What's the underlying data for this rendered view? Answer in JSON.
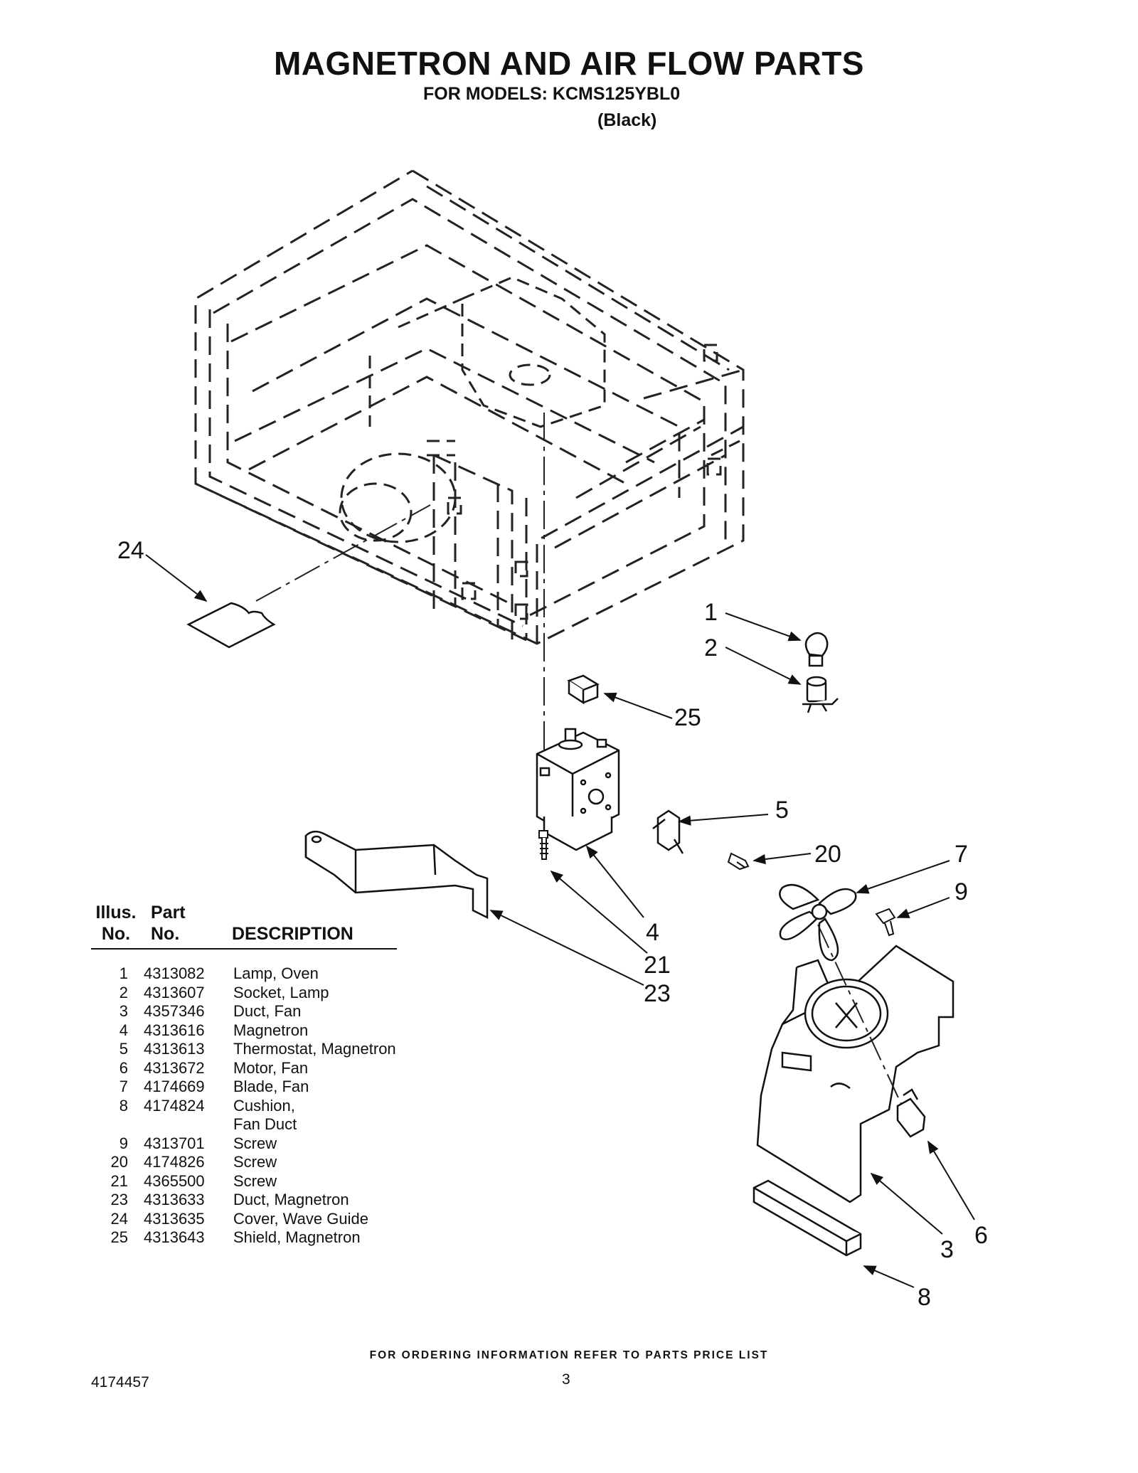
{
  "header": {
    "title": "MAGNETRON AND AIR FLOW PARTS",
    "subtitle": "FOR MODELS: KCMS125YBL0",
    "color_note": "(Black)"
  },
  "callouts": [
    "24",
    "1",
    "2",
    "25",
    "5",
    "20",
    "7",
    "9",
    "4",
    "21",
    "23",
    "6",
    "3",
    "8"
  ],
  "parts_table": {
    "header_illus": "Illus.\nNo.",
    "header_illus_line1": "Illus.",
    "header_illus_line2": "No.",
    "header_part_line1": "Part",
    "header_part_line2": "No.",
    "header_desc": "DESCRIPTION",
    "rows": [
      {
        "no": "1",
        "part": "4313082",
        "desc": "Lamp, Oven"
      },
      {
        "no": "2",
        "part": "4313607",
        "desc": "Socket, Lamp"
      },
      {
        "no": "3",
        "part": "4357346",
        "desc": "Duct, Fan"
      },
      {
        "no": "4",
        "part": "4313616",
        "desc": "Magnetron"
      },
      {
        "no": "5",
        "part": "4313613",
        "desc": "Thermostat, Magnetron"
      },
      {
        "no": "6",
        "part": "4313672",
        "desc": "Motor, Fan"
      },
      {
        "no": "7",
        "part": "4174669",
        "desc": "Blade, Fan"
      },
      {
        "no": "8",
        "part": "4174824",
        "desc": "Cushion,\nFan Duct"
      },
      {
        "no": "9",
        "part": "4313701",
        "desc": "Screw"
      },
      {
        "no": "20",
        "part": "4174826",
        "desc": "Screw"
      },
      {
        "no": "21",
        "part": "4365500",
        "desc": "Screw"
      },
      {
        "no": "23",
        "part": "4313633",
        "desc": "Duct, Magnetron"
      },
      {
        "no": "24",
        "part": "4313635",
        "desc": "Cover, Wave Guide"
      },
      {
        "no": "25",
        "part": "4313643",
        "desc": "Shield, Magnetron"
      }
    ]
  },
  "footer": {
    "ordering_note": "FOR ORDERING INFORMATION REFER TO PARTS PRICE LIST",
    "doc_number": "4174457",
    "page_number": "3"
  }
}
